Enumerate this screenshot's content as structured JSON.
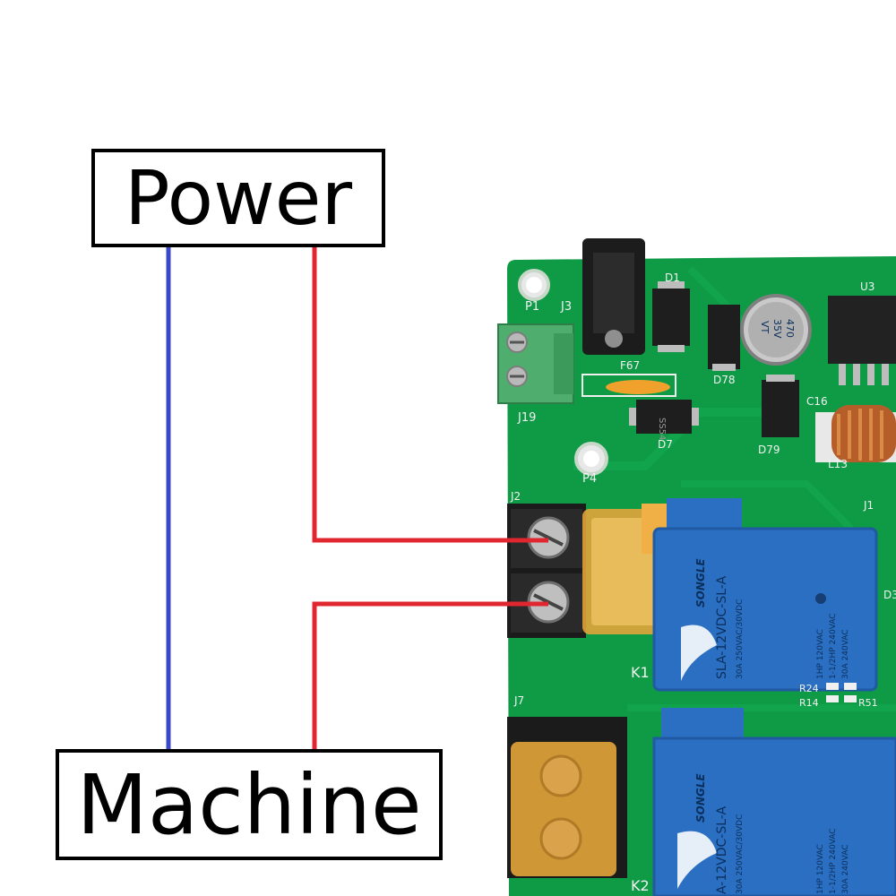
{
  "labels": {
    "power": "Power",
    "machine": "Machine"
  },
  "board": {
    "designators": {
      "p1": "P1",
      "j3": "J3",
      "d1": "D1",
      "u3": "U3",
      "f67": "F67",
      "d78": "D78",
      "c16": "C16",
      "j19": "J19",
      "d7": "D7",
      "d79": "D79",
      "l13": "L13",
      "p4": "P4",
      "j2": "J2",
      "j1": "J1",
      "d3": "D3",
      "k1": "K1",
      "r24": "R24",
      "r14": "R14",
      "r51": "R51",
      "j7": "J7",
      "k2": "K2"
    },
    "capacitor": {
      "line1": "470",
      "line2": "35V",
      "line3": "VT"
    },
    "diode_d7_marking": "SS54",
    "relay_k1": {
      "brand": "SONGLE",
      "model": "SLA-12VDC-SL-A",
      "rating_1": "30A 250VAC/30VDC",
      "rating_2": "1HP 120VAC",
      "rating_3": "1-1/2HP 240VAC",
      "rating_4": "30A 240VAC"
    },
    "relay_k2": {
      "brand": "SONGLE",
      "model": "A-12VDC-SL-A",
      "rating_1": "30A 250VAC/30VDC",
      "rating_2": "1HP 120VAC",
      "rating_3": "1-1/2HP 240VAC",
      "rating_4": "30A 240VAC"
    }
  },
  "colors": {
    "wire_neutral": "#3b48c9",
    "wire_live": "#e0262f",
    "pcb_green": "#0f9a46",
    "relay_blue": "#2b6fc2"
  }
}
